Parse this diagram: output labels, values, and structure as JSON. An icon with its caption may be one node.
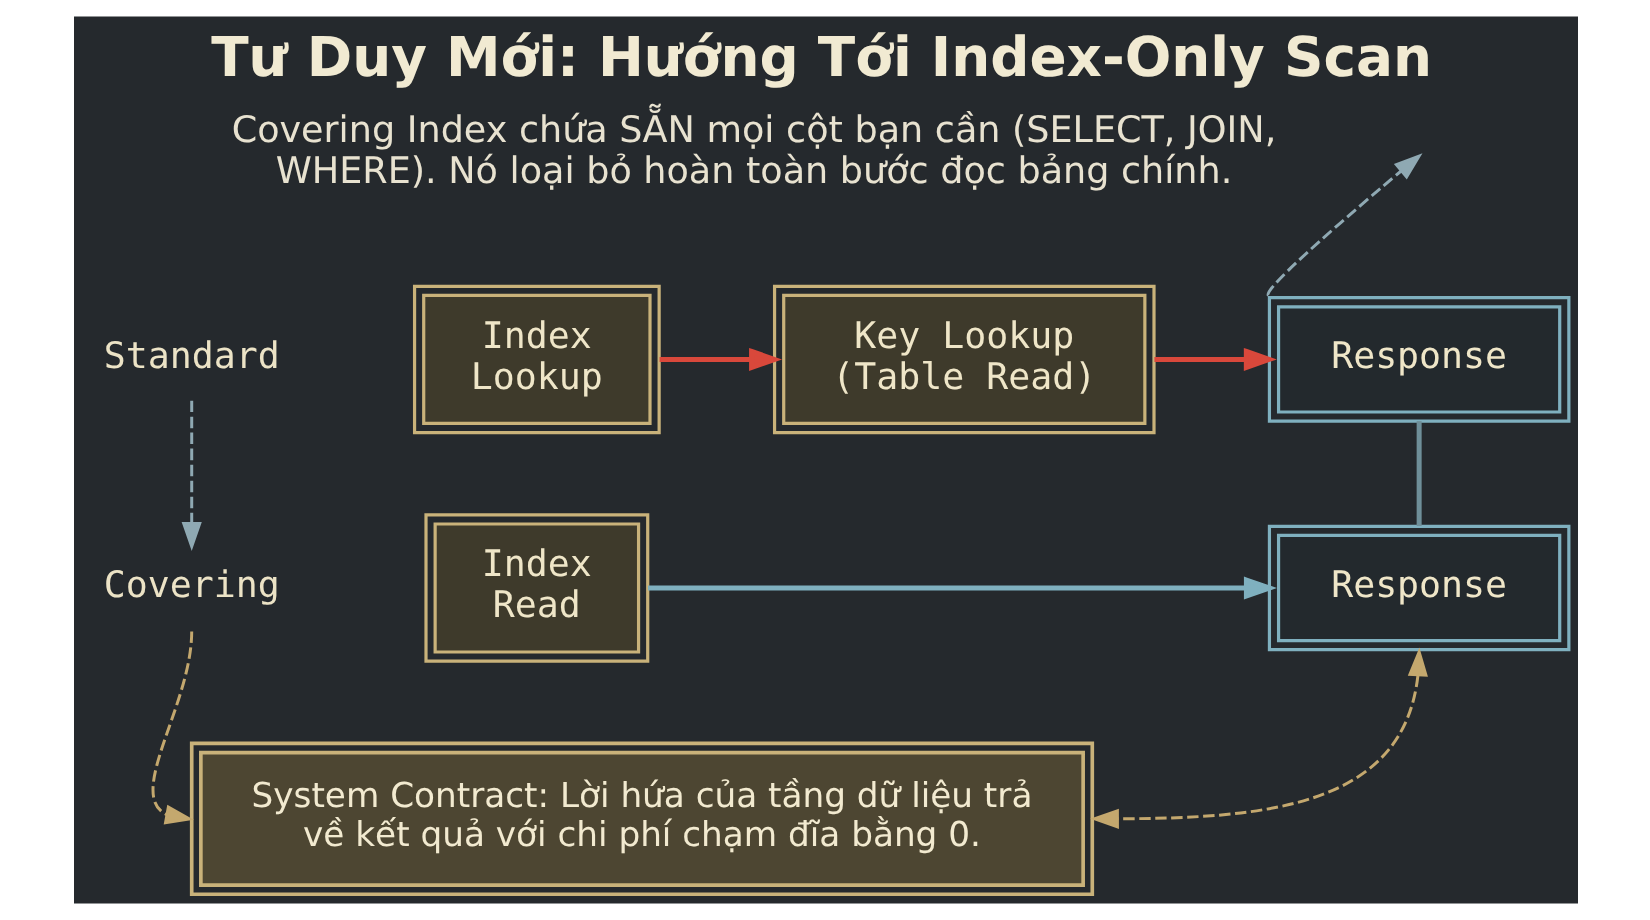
{
  "diagram": {
    "title": "Tư Duy Mới: Hướng Tới Index-Only Scan",
    "nodes": [
      {
        "text": [
          "Standard"
        ]
      },
      {
        "text": [
          "Index Lookup"
        ]
      },
      {
        "text": [
          "Key Lookup (Table Read)"
        ]
      },
      {
        "text": [
          "Response"
        ]
      },
      {
        "text": [
          "Covering"
        ]
      },
      {
        "text": [
          "Index Read"
        ]
      },
      {
        "text": [
          "Response"
        ]
      },
      {
        "text": [
          "System Contract: Lời hứa của tầng dữ liệu trả về kết quả với chi phí chạm đĩa bằng 0."
        ]
      }
    ],
    "edges": [
      {
        "from": 1,
        "to": 2,
        "arrow": "to",
        "color": "#d9483b"
      },
      {
        "from": 2,
        "to": 3,
        "arrow": "to",
        "color": "#d9483b"
      },
      {
        "from": 5,
        "to": 6,
        "arrow": "to",
        "color": "#7fb0bf"
      },
      {
        "from": 0,
        "to": 4,
        "arrow": "to",
        "style": "dashed",
        "color": "#8fa9b3"
      },
      {
        "from": 4,
        "to": 7,
        "arrow": "to",
        "style": "dashed",
        "color": "#c4a86e"
      },
      {
        "from": 3,
        "to": null,
        "arrow": "to",
        "style": "dashed",
        "color": "#8fa9b3"
      },
      {
        "from": 3,
        "to": 6,
        "arrow": "none",
        "color": "#6f8f99"
      },
      {
        "from": 6,
        "to": 7,
        "arrow": "both",
        "style": "dashed",
        "color": "#c4a86e"
      }
    ],
    "labels": [
      "Covering Index chứa SẴN mọi cột bạn cần (SELECT, JOIN, WHERE). Nó loại bỏ hoàn toàn bước đọc bảng chính."
    ]
  }
}
